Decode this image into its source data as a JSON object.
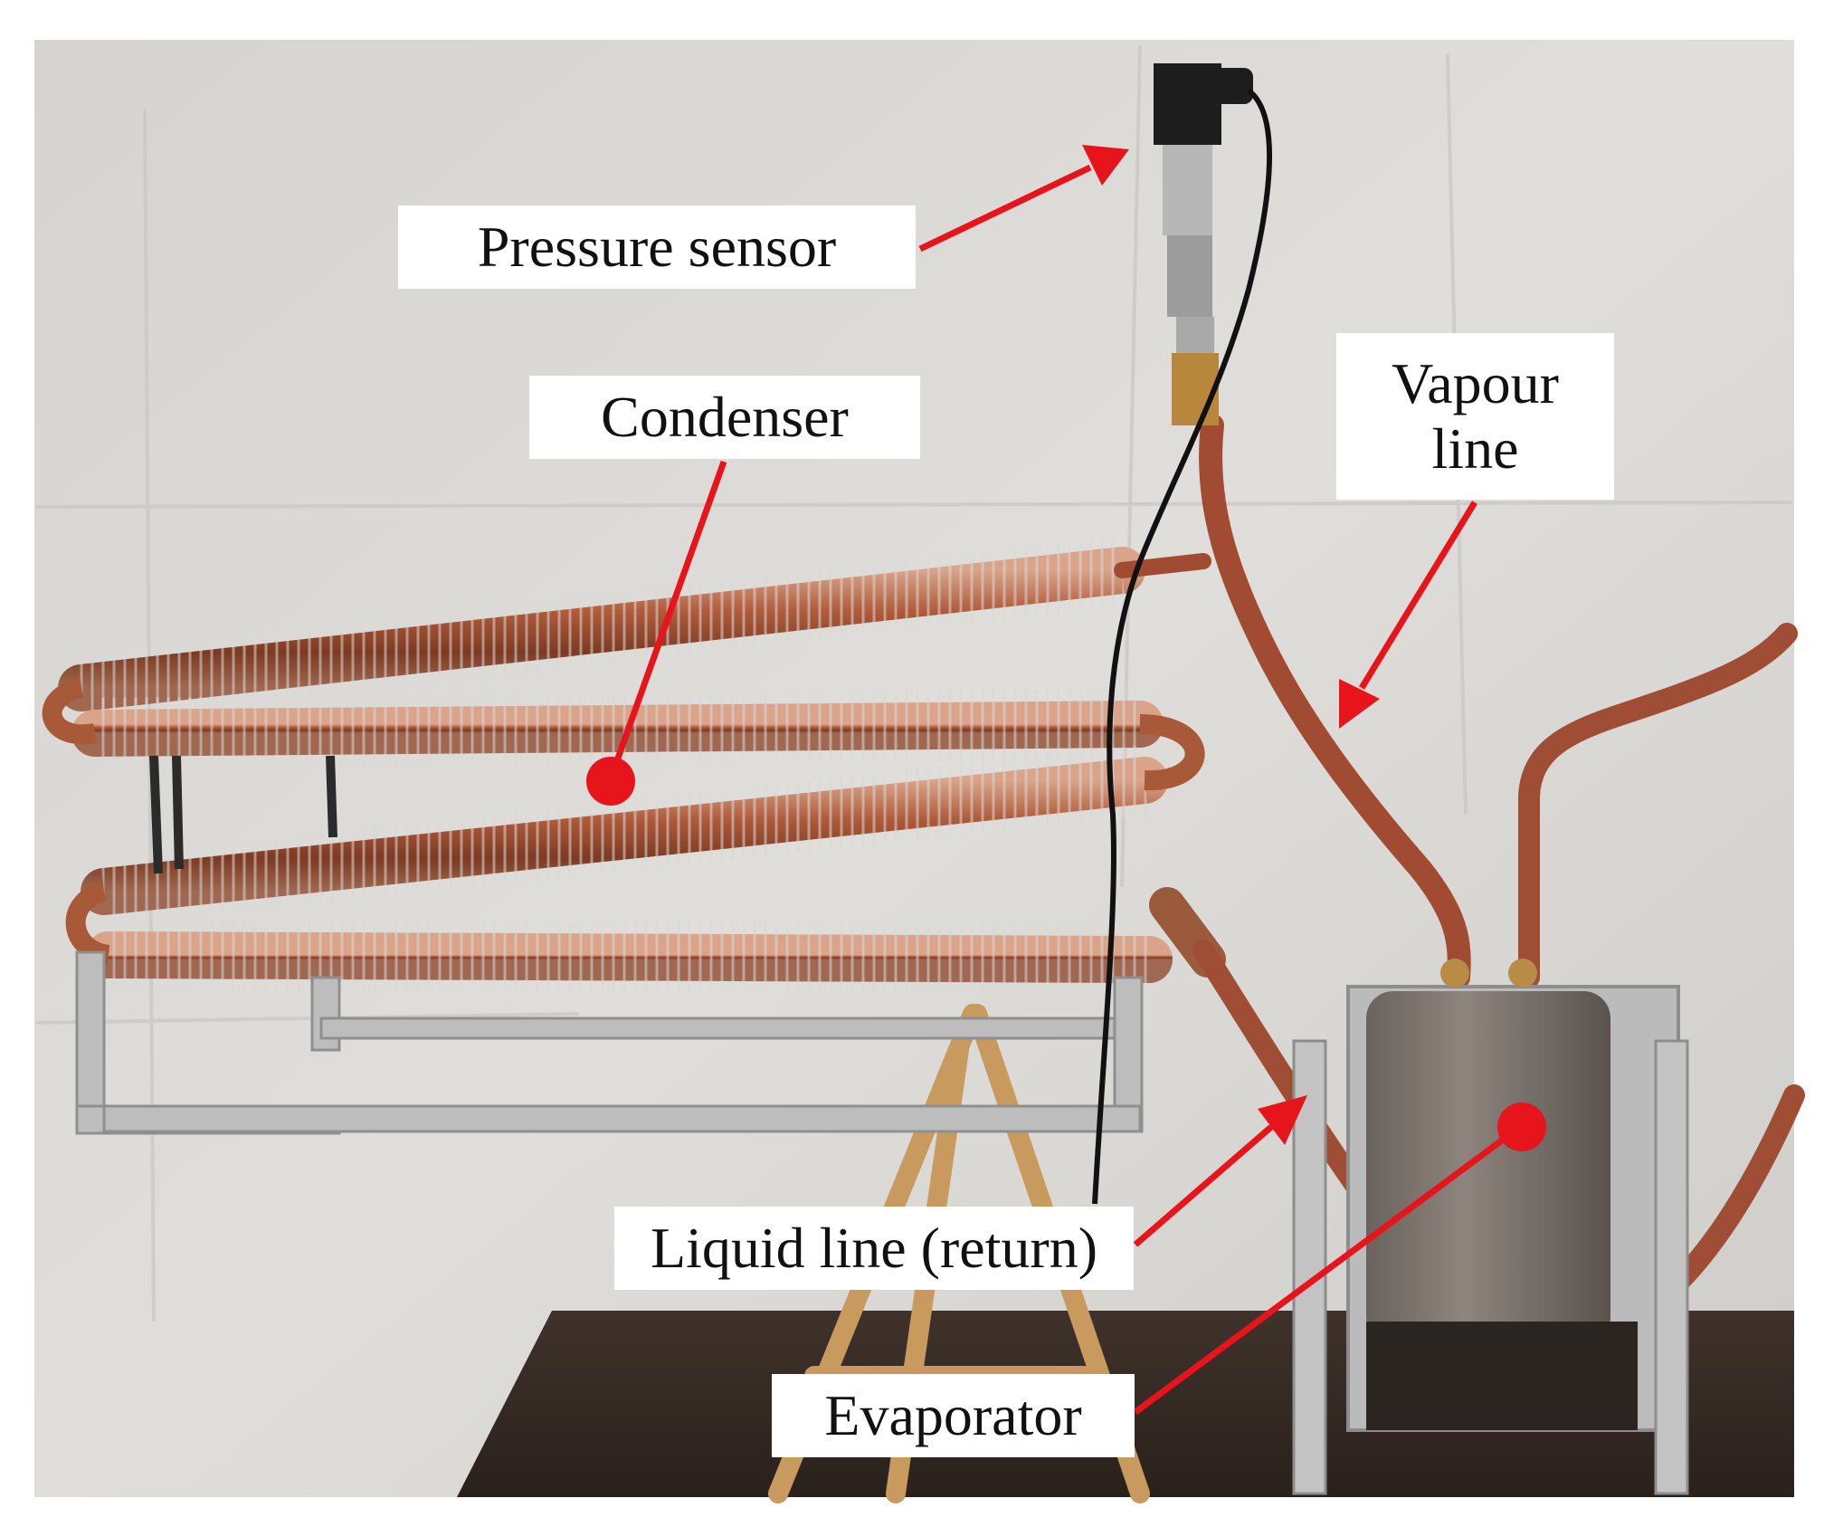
{
  "labels": {
    "pressure_sensor": "Pressure sensor",
    "condenser": "Condenser",
    "vapour_line_1": "Vapour",
    "vapour_line_2": "line",
    "liquid_line": "Liquid line (return)",
    "evaporator": "Evaporator"
  },
  "colors": {
    "annotation": "#e8141b",
    "label_background": "#ffffff",
    "backdrop": "#d9d7d3",
    "table": "#4a3a31",
    "copper": "#b4653f",
    "aluminium": "#b9b9b9",
    "wood": "#c99a5e"
  }
}
